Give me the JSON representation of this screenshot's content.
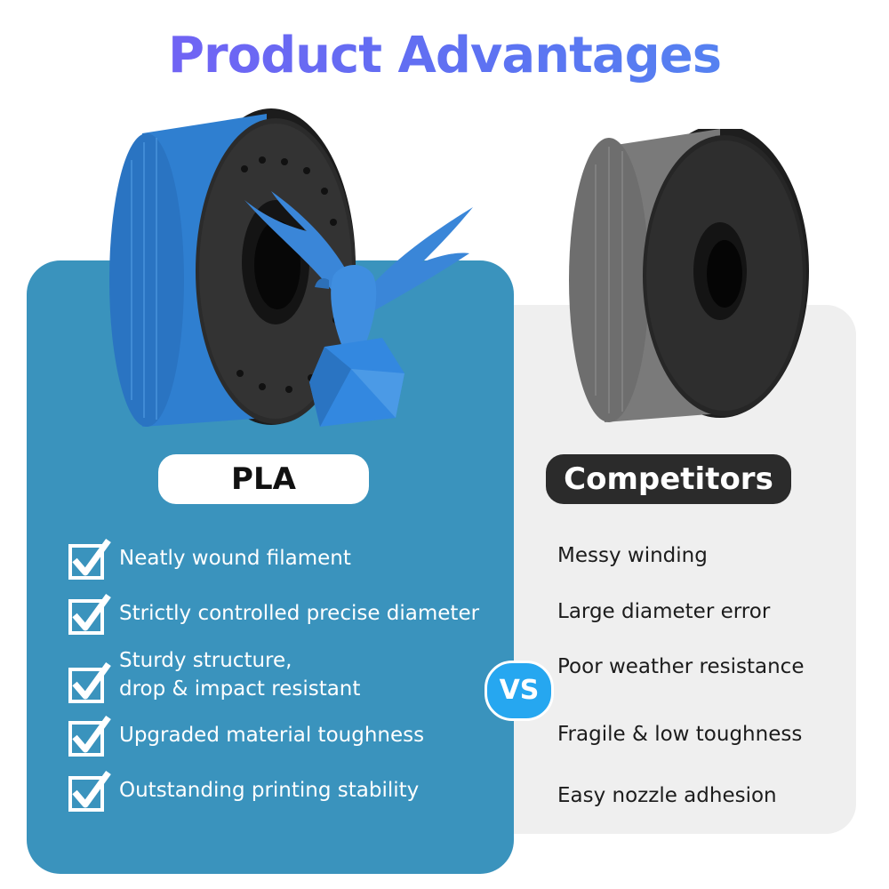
{
  "title": "Product Advantages",
  "pla": {
    "label": "PLA",
    "advantages": [
      "Neatly wound filament",
      "Strictly controlled precise diameter",
      "Sturdy structure,\ndrop & impact resistant",
      "Upgraded material toughness",
      "Outstanding printing stability"
    ]
  },
  "competitors": {
    "label": "Competitors",
    "disadvantages": [
      "Messy winding",
      "Large diameter error",
      "Poor weather resistance",
      "Fragile & low toughness",
      "Easy nozzle adhesion"
    ]
  },
  "vs": "VS",
  "colors": {
    "title_gradient": [
      "#7b5cf5",
      "#4f8df0"
    ],
    "pla_panel": "#3a93bd",
    "competitor_panel": "#efefef",
    "vs_badge": "#26a7f0",
    "blue_filament": "#2f7fd0",
    "grey_filament": "#6e6e6e"
  },
  "icons": {
    "check": "checkbox-check-icon",
    "eagle": "eagle-figure",
    "spool_pla": "blue-filament-spool",
    "spool_comp": "grey-filament-spool"
  }
}
